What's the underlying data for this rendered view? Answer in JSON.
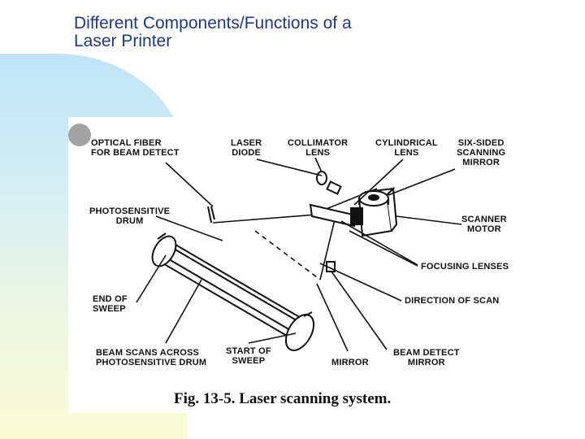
{
  "slide": {
    "title_line1": "Different Components/Functions of a",
    "title_line2": "Laser Printer"
  },
  "figure": {
    "caption": "Fig. 13-5.  Laser scanning system.",
    "labels": {
      "optical_fiber": [
        "OPTICAL FIBER",
        "FOR BEAM DETECT"
      ],
      "laser_diode": [
        "LASER",
        "DIODE"
      ],
      "collimator_lens": [
        "COLLIMATOR",
        "LENS"
      ],
      "cylindrical_lens": [
        "CYLINDRICAL",
        "LENS"
      ],
      "six_sided_mirror": [
        "SIX-SIDED",
        "SCANNING",
        "MIRROR"
      ],
      "photosensitive_drum": [
        "PHOTOSENSITIVE",
        "DRUM"
      ],
      "scanner_motor": [
        "SCANNER",
        "MOTOR"
      ],
      "focusing_lenses": "FOCUSING LENSES",
      "end_of_sweep": [
        "END OF",
        "SWEEP"
      ],
      "direction_of_scan": "DIRECTION OF SCAN",
      "beam_scans": [
        "BEAM SCANS ACROSS",
        "PHOTOSENSITIVE DRUM"
      ],
      "start_of_sweep": [
        "START OF",
        "SWEEP"
      ],
      "mirror": "MIRROR",
      "beam_detect_mirror": [
        "BEAM DETECT",
        "MIRROR"
      ]
    }
  }
}
